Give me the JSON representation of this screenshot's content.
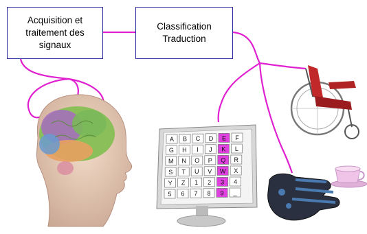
{
  "boxes": {
    "acquisition": [
      "Acquisition et",
      "traitement des",
      "signaux"
    ],
    "classification": [
      "Classification",
      "Traduction"
    ]
  },
  "keyboard": {
    "rows": [
      [
        "A",
        "B",
        "C",
        "D",
        "E",
        "F"
      ],
      [
        "G",
        "H",
        "I",
        "J",
        "K",
        "L"
      ],
      [
        "M",
        "N",
        "O",
        "P",
        "Q",
        "R"
      ],
      [
        "S",
        "T",
        "U",
        "V",
        "W",
        "X"
      ],
      [
        "Y",
        "Z",
        "1",
        "2",
        "3",
        "4"
      ],
      [
        "5",
        "6",
        "7",
        "8",
        "9",
        "_"
      ]
    ],
    "highlight_column": 4
  },
  "colors": {
    "connector": "#e020d0",
    "box_border": "#2a2aa0",
    "highlight": "#e040e0"
  },
  "icons": [
    "brain-head-icon",
    "wheelchair-icon",
    "robot-hand-icon"
  ]
}
